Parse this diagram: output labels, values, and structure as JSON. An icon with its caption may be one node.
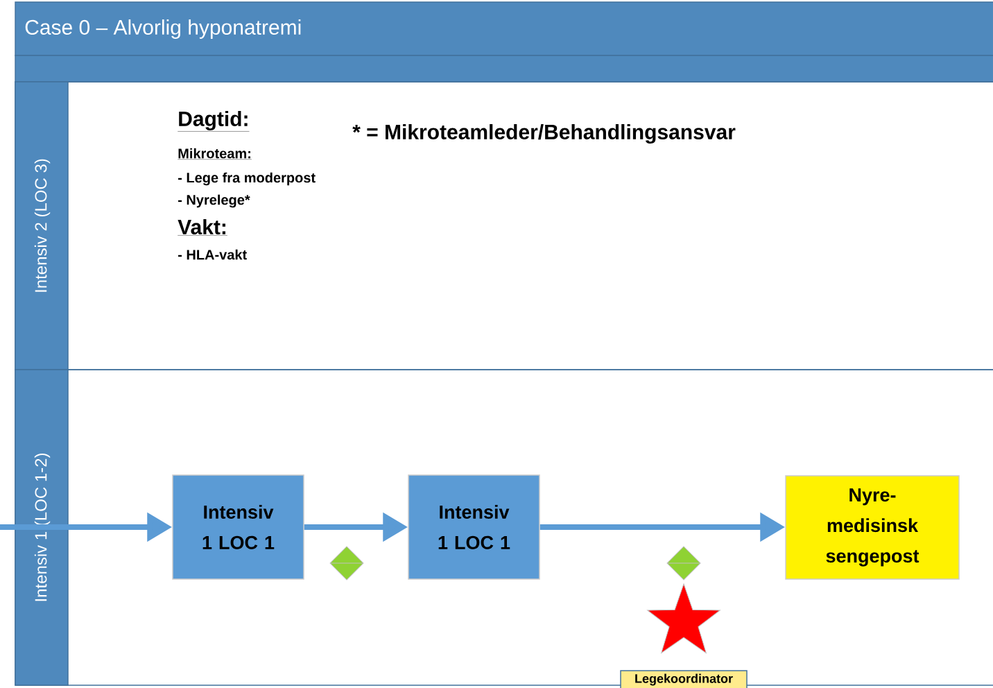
{
  "diagram": {
    "title": "Case 0 – Alvorlig hyponatremi",
    "nodes": [
      {
        "text": [
          "Intensiv 2 (LOC 3)"
        ]
      },
      {
        "text": [
          "Intensiv 1 (LOC 1-2)"
        ]
      },
      {
        "text": [
          "Intensiv 1 LOC 1"
        ],
        "in": 1
      },
      {
        "text": [
          "Intensiv 1 LOC 1"
        ],
        "in": 1
      },
      {
        "text": [
          "Nyre- medisinsk sengepost"
        ],
        "in": 1
      },
      {
        "text": [
          "Legekoordinator"
        ]
      }
    ],
    "edges": [
      {
        "from": null,
        "to": 2,
        "arrow": "to"
      },
      {
        "from": 2,
        "to": 3,
        "arrow": "to"
      },
      {
        "from": 3,
        "to": 4,
        "arrow": "to"
      }
    ],
    "labels": [
      "Dagtid:",
      "Mikroteam:",
      "- Lege fra moderpost",
      "- Nyrelege*",
      "Vakt:",
      "- HLA-vakt",
      "* = Mikroteamleder/Behandlingsansvar"
    ]
  }
}
